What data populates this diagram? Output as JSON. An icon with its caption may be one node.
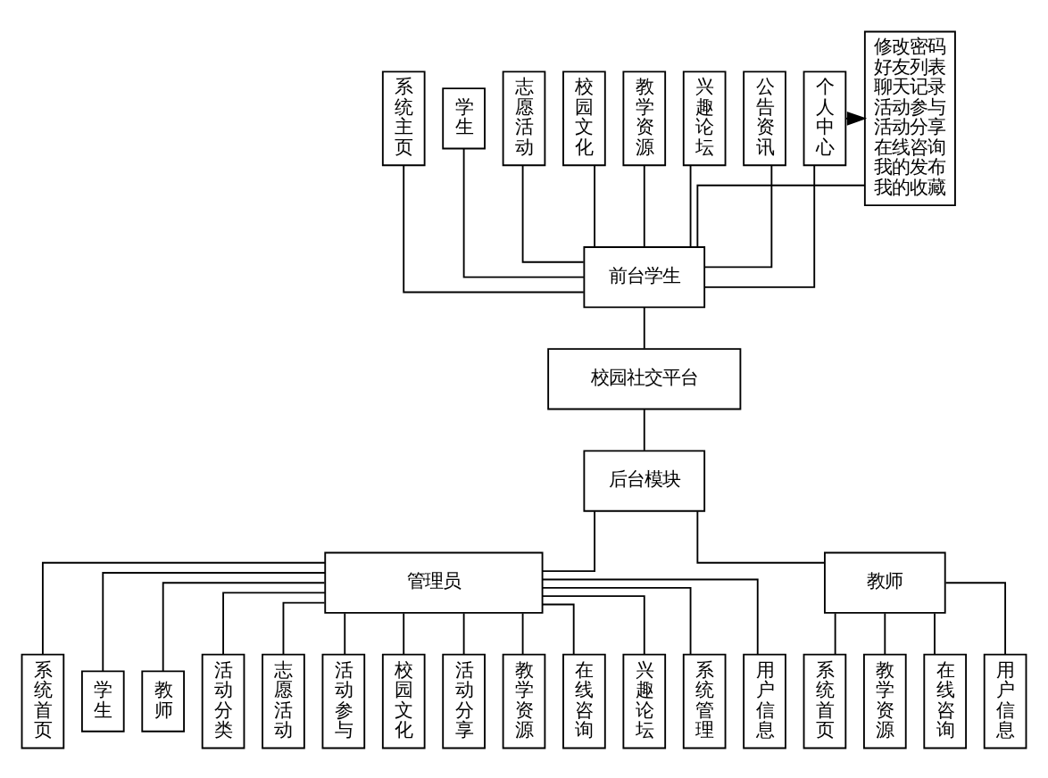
{
  "diagram": {
    "nodes": [
      {
        "text": [
          "系统主页"
        ]
      },
      {
        "text": [
          "学生"
        ]
      },
      {
        "text": [
          "志愿活动"
        ]
      },
      {
        "text": [
          "校园文化"
        ]
      },
      {
        "text": [
          "教学资源"
        ]
      },
      {
        "text": [
          "兴趣论坛"
        ]
      },
      {
        "text": [
          "公告资讯"
        ]
      },
      {
        "text": [
          "个人中心"
        ]
      },
      {
        "text": [
          "修改密码",
          "好友列表",
          "聊天记录",
          "活动参与",
          "活动分享",
          "在线咨询",
          "我的发布",
          "我的收藏"
        ]
      },
      {
        "text": [
          "前台学生"
        ]
      },
      {
        "text": [
          "校园社交平台"
        ]
      },
      {
        "text": [
          "后台模块"
        ]
      },
      {
        "text": [
          "管理员"
        ]
      },
      {
        "text": [
          "教师"
        ]
      },
      {
        "text": [
          "系统首页"
        ]
      },
      {
        "text": [
          "学生"
        ]
      },
      {
        "text": [
          "教师"
        ]
      },
      {
        "text": [
          "活动分类"
        ]
      },
      {
        "text": [
          "志愿活动"
        ]
      },
      {
        "text": [
          "活动参与"
        ]
      },
      {
        "text": [
          "校园文化"
        ]
      },
      {
        "text": [
          "活动分享"
        ]
      },
      {
        "text": [
          "教学资源"
        ]
      },
      {
        "text": [
          "在线咨询"
        ]
      },
      {
        "text": [
          "兴趣论坛"
        ]
      },
      {
        "text": [
          "系统管理"
        ]
      },
      {
        "text": [
          "用户信息"
        ]
      },
      {
        "text": [
          "系统首页"
        ]
      },
      {
        "text": [
          "教学资源"
        ]
      },
      {
        "text": [
          "在线咨询"
        ]
      },
      {
        "text": [
          "用户信息"
        ]
      }
    ],
    "edges": [
      {
        "from": 0,
        "to": 9,
        "arrow": "none"
      },
      {
        "from": 1,
        "to": 9,
        "arrow": "none"
      },
      {
        "from": 2,
        "to": 9,
        "arrow": "none"
      },
      {
        "from": 3,
        "to": 9,
        "arrow": "none"
      },
      {
        "from": 4,
        "to": 9,
        "arrow": "none"
      },
      {
        "from": 5,
        "to": 9,
        "arrow": "none"
      },
      {
        "from": 6,
        "to": 9,
        "arrow": "none"
      },
      {
        "from": 7,
        "to": 9,
        "arrow": "none"
      },
      {
        "from": 8,
        "to": 9,
        "arrow": "none"
      },
      {
        "from": 7,
        "to": 8,
        "arrow": "to"
      },
      {
        "from": 9,
        "to": 10,
        "arrow": "none"
      },
      {
        "from": 10,
        "to": 11,
        "arrow": "none"
      },
      {
        "from": 11,
        "to": 12,
        "arrow": "none"
      },
      {
        "from": 11,
        "to": 13,
        "arrow": "none"
      },
      {
        "from": 12,
        "to": 14,
        "arrow": "none"
      },
      {
        "from": 12,
        "to": 15,
        "arrow": "none"
      },
      {
        "from": 12,
        "to": 16,
        "arrow": "none"
      },
      {
        "from": 12,
        "to": 17,
        "arrow": "none"
      },
      {
        "from": 12,
        "to": 18,
        "arrow": "none"
      },
      {
        "from": 12,
        "to": 19,
        "arrow": "none"
      },
      {
        "from": 12,
        "to": 20,
        "arrow": "none"
      },
      {
        "from": 12,
        "to": 21,
        "arrow": "none"
      },
      {
        "from": 12,
        "to": 22,
        "arrow": "none"
      },
      {
        "from": 12,
        "to": 23,
        "arrow": "none"
      },
      {
        "from": 12,
        "to": 24,
        "arrow": "none"
      },
      {
        "from": 12,
        "to": 25,
        "arrow": "none"
      },
      {
        "from": 12,
        "to": 26,
        "arrow": "none"
      },
      {
        "from": 13,
        "to": 27,
        "arrow": "none"
      },
      {
        "from": 13,
        "to": 28,
        "arrow": "none"
      },
      {
        "from": 13,
        "to": 29,
        "arrow": "none"
      },
      {
        "from": 13,
        "to": 30,
        "arrow": "none"
      }
    ]
  }
}
